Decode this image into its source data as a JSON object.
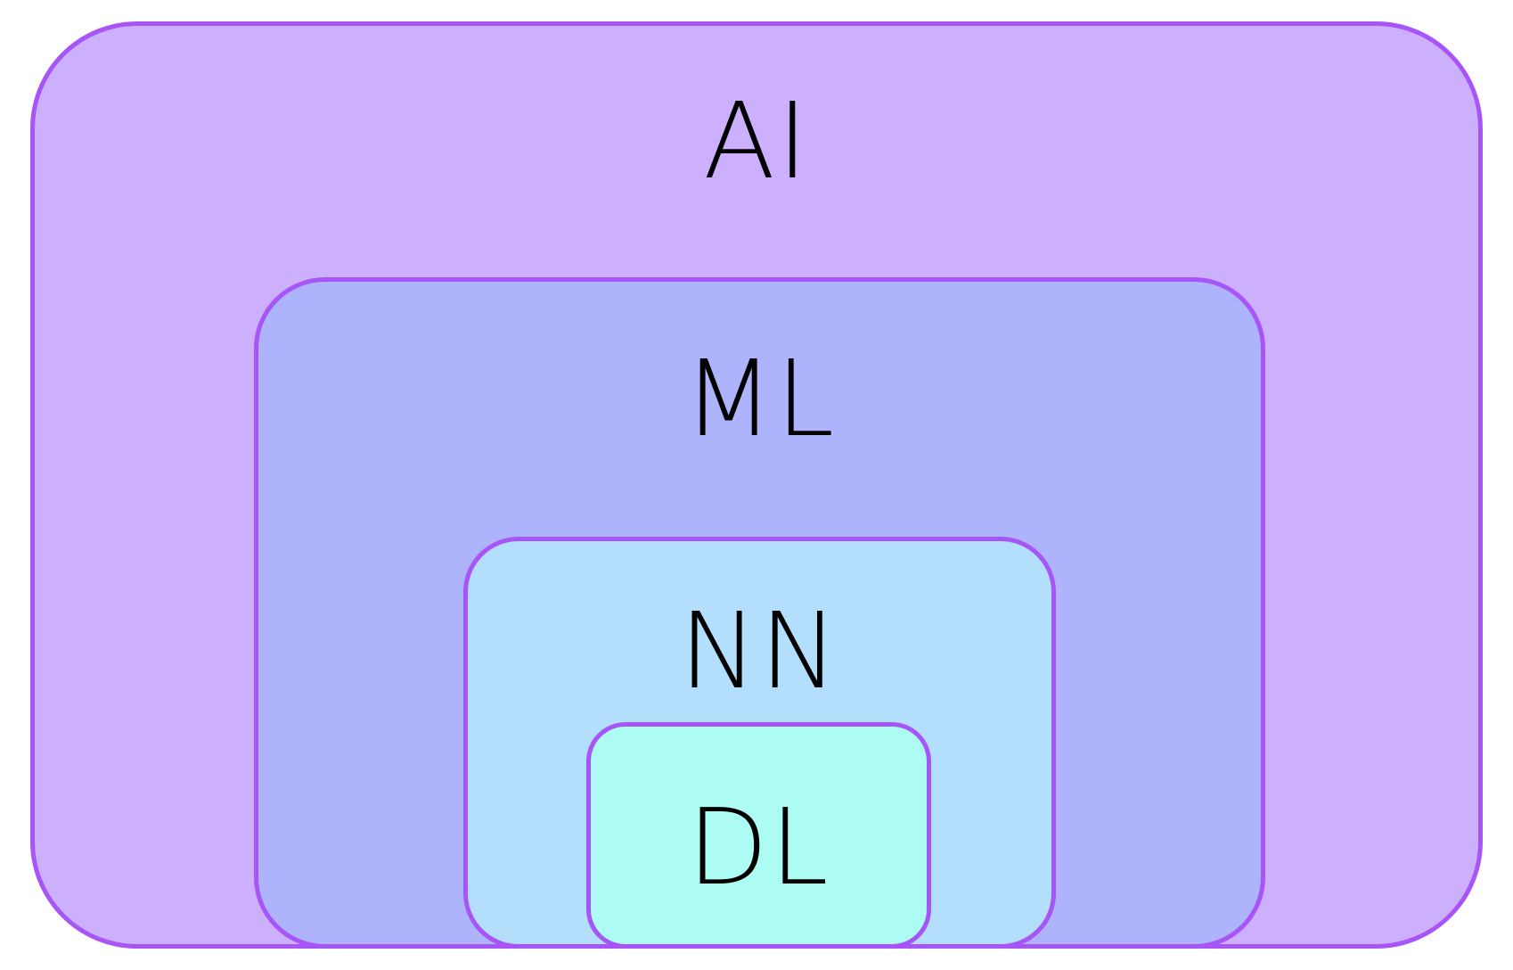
{
  "diagram": {
    "border_color": "#a855f7",
    "layers": [
      {
        "id": "ai",
        "label": "AI",
        "fill": "#ccaffd"
      },
      {
        "id": "ml",
        "label": "ML",
        "fill": "#adb4fc"
      },
      {
        "id": "nn",
        "label": "NN",
        "fill": "#b3dffd"
      },
      {
        "id": "dl",
        "label": "DL",
        "fill": "#adfcf3"
      }
    ]
  }
}
